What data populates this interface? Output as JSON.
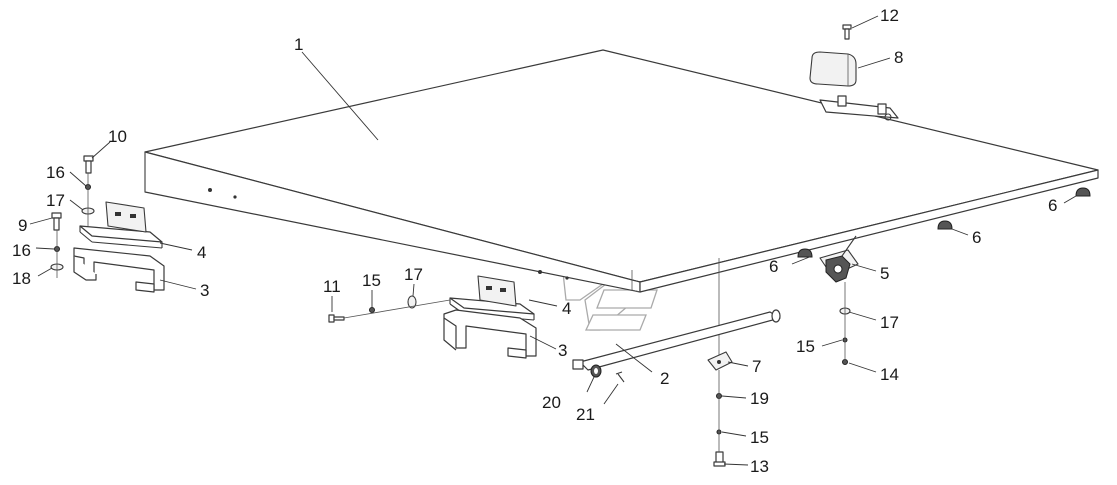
{
  "callouts": {
    "c1": "1",
    "c2": "2",
    "c3a": "3",
    "c3b": "3",
    "c4a": "4",
    "c4b": "4",
    "c5": "5",
    "c6a": "6",
    "c6b": "6",
    "c6c": "6",
    "c7": "7",
    "c8": "8",
    "c9": "9",
    "c10": "10",
    "c11": "11",
    "c12": "12",
    "c13": "13",
    "c14": "14",
    "c15a": "15",
    "c15b": "15",
    "c15c": "15",
    "c16a": "16",
    "c16b": "16",
    "c17a": "17",
    "c17b": "17",
    "c17c": "17",
    "c18": "18",
    "c19": "19",
    "c20": "20",
    "c21": "21"
  },
  "colors": {
    "line": "#3a3a3a",
    "watermark": "#aaaaaa",
    "background": "#ffffff"
  }
}
